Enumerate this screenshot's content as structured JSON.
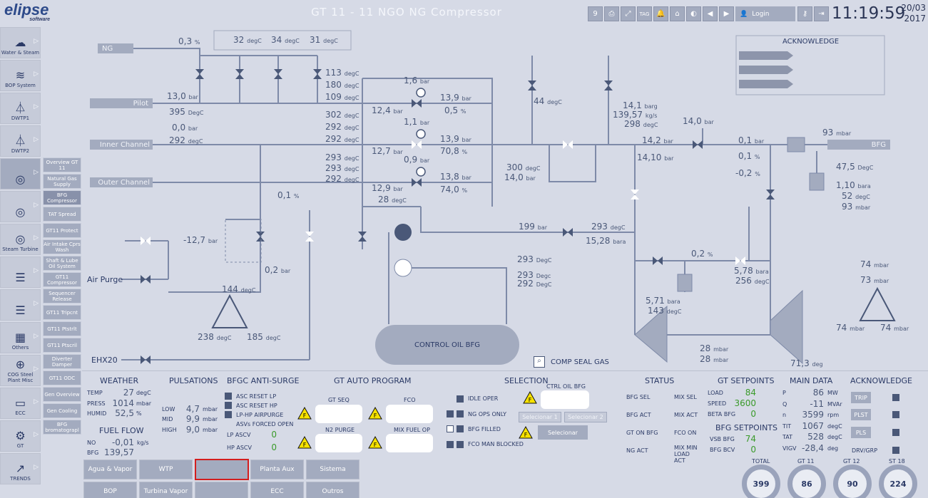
{
  "header": {
    "title": "GT 11 - 11 NGO NG Compressor",
    "buttons": [
      "9",
      "print",
      "fullscreen",
      "TAG",
      "alarm",
      "home",
      "palette",
      "prev",
      "next"
    ],
    "login_label": "Login",
    "time": "11:19:59",
    "date_line1": "20/03",
    "date_line2": "2017"
  },
  "logo": {
    "brand": "elipse",
    "sub": "software"
  },
  "sidebar": {
    "items": [
      {
        "label": "Water & Steam",
        "icon": "cloud-icon"
      },
      {
        "label": "BOP System",
        "icon": "wave-icon"
      },
      {
        "label": "DWTP1",
        "icon": "flask-icon"
      },
      {
        "label": "DWTP2",
        "icon": "flask-icon"
      },
      {
        "label": "",
        "icon": "turbine-icon"
      },
      {
        "label": "",
        "icon": "turbine-icon"
      },
      {
        "label": "Steam Turbine",
        "icon": "turbine-icon"
      },
      {
        "label": "",
        "icon": "stack-icon"
      },
      {
        "label": "",
        "icon": "stack-icon"
      },
      {
        "label": "Others",
        "icon": "grid-icon"
      },
      {
        "label": "COG Steel Plant Misc",
        "icon": "globe-icon"
      },
      {
        "label": "ECC",
        "icon": "box-icon"
      },
      {
        "label": "GT",
        "icon": "gear-icon"
      },
      {
        "label": "TRENDS",
        "icon": "trend-icon"
      }
    ],
    "subitems": [
      "Overview GT 11",
      "Natural Gas Supply",
      "BFG Compressor",
      "TAT Spread",
      "GT11 Protect",
      "Air Intake Cprs Wash",
      "Shaft & Lube Oil System",
      "GT11 Compressor",
      "Sequencer Release",
      "GT11 Tripcnt",
      "GT11 Ptstrlt",
      "GT11 Ptscril",
      "Diverter Damper",
      "GT11 ODC",
      "Gen Overview",
      "Gen Cooling",
      "BFG bromatograpl"
    ]
  },
  "diagram": {
    "tags": {
      "ng": "NG",
      "pilot": "Pilot",
      "inner": "Inner Channel",
      "outer": "Outer Channel",
      "air_purge": "Air Purge",
      "ehx": "EHX20",
      "bfg": "BFG",
      "control_oil": "CONTROL OIL BFG",
      "comp_seal": "COMP SEAL GAS",
      "acknowledge": "ACKNOWLEDGE"
    },
    "values": {
      "ng_pct": "0,3",
      "t1": "32",
      "t2": "34",
      "t3": "31",
      "pilot_bar": "13,0",
      "pilot_degc": "395",
      "inner_bar": "0,0",
      "inner_degc": "292",
      "c1": "113",
      "c2": "180",
      "c3": "109",
      "c4": "302",
      "c5": "292",
      "c6": "292",
      "c7": "293",
      "c8": "293",
      "c9": "292",
      "v1_bar": "1,6",
      "v1_out": "13,9",
      "v1_in": "12,4",
      "v1_pct": "0,5",
      "v2_bar": "1,1",
      "v2_out": "13,9",
      "v2_in": "12,7",
      "v2_pct": "70,8",
      "v3_bar": "0,9",
      "v3_out": "13,8",
      "v3_in": "12,9",
      "v3_pct": "74,0",
      "v3_degc": "28",
      "deg44": "44",
      "barg": "14,1",
      "kgs": "139,57",
      "degc298": "298",
      "bar14": "14,0",
      "bar142": "14,2",
      "bar1410": "14,10",
      "bfg_mbar": "93",
      "r1": "0,1",
      "r2": "0,1",
      "r3": "-0,2",
      "r4": "47,5",
      "r5": "1,10",
      "r6": "52",
      "r7": "93",
      "p300": "300",
      "p140": "14,0",
      "p199": "199",
      "p293": "293",
      "p1528": "15,28",
      "pct01": "0,1",
      "neg127": "-12,7",
      "p02": "0,2",
      "t144": "144",
      "t238": "238",
      "t185": "185",
      "d293a": "293",
      "d293b": "293",
      "d292": "292",
      "pct02": "0,2",
      "b578": "5,78",
      "d256": "256",
      "b571": "5,71",
      "d143": "143",
      "m28a": "28",
      "m28b": "28",
      "deg713": "71,3",
      "m74a": "74",
      "m73": "73",
      "m74b": "74",
      "m74c": "74"
    }
  },
  "weather": {
    "title": "WEATHER",
    "temp_label": "TEMP",
    "temp": "27",
    "press_label": "PRESS",
    "press": "1014",
    "humid_label": "HUMID",
    "humid": "52,5"
  },
  "fuel_flow": {
    "title": "FUEL FLOW",
    "no_label": "NO",
    "no": "-0,01",
    "bfg_label": "BFG",
    "bfg": "139,57"
  },
  "pulsations": {
    "title": "PULSATIONS",
    "low_label": "LOW",
    "low": "4,7",
    "mid_label": "MID",
    "mid": "9,9",
    "high_label": "HIGH",
    "high": "9,0"
  },
  "antisurge": {
    "title": "BFGC ANTI-SURGE",
    "items": [
      "ASC RESET LP",
      "ASC RESET HP",
      "LP-HP AIRPURGE"
    ],
    "forced": "ASVs FORCED OPEN",
    "lp_label": "LP ASCV",
    "lp": "0",
    "hp_label": "HP ASCV",
    "hp": "0"
  },
  "auto_program": {
    "title": "GT AUTO PROGRAM",
    "gt_seq": "GT SEQ",
    "fco": "FCO",
    "n2_purge": "N2 PURGE",
    "mix_fuel": "MIX FUEL OP"
  },
  "selection": {
    "title": "SELECTION",
    "items": [
      "IDLE OPER",
      "NG OPS ONLY",
      "BFG FILLED",
      "FCO MAN BLOCKED"
    ],
    "ctrl_oil": "CTRL OIL BFG",
    "sel1": "Selecionar 1",
    "sel2": "Selecionar 2",
    "sel": "Selecionar"
  },
  "status": {
    "title": "STATUS",
    "left": [
      "BFG SEL",
      "BFG ACT",
      "GT ON BFG",
      "NG ACT"
    ],
    "right": [
      "MIX SEL",
      "MIX ACT",
      "FCO ON",
      "MIX MIN LOAD ACT"
    ]
  },
  "setpoints": {
    "title": "GT SETPOINTS",
    "load_label": "LOAD",
    "load": "84",
    "speed_label": "SPEED",
    "speed": "3600",
    "beta_label": "BETA BFG",
    "beta": "0",
    "bfg_title": "BFG SETPOINTS",
    "vsb_label": "VSB BFG",
    "vsb": "74",
    "bcv_label": "BFG BCV",
    "bcv": "0"
  },
  "main_data": {
    "title": "MAIN DATA",
    "p_label": "P",
    "p": "86",
    "p_unit": "MW",
    "q_label": "Q",
    "q": "-11",
    "q_unit": "MVAr",
    "n_label": "n",
    "n": "3599",
    "n_unit": "rpm",
    "tit_label": "TIT",
    "tit": "1067",
    "tit_unit": "degC",
    "tat_label": "TAT",
    "tat": "528",
    "tat_unit": "degC",
    "vigv_label": "VIGV",
    "vigv": "-28,4",
    "vigv_unit": "deg"
  },
  "acknowledge": {
    "title": "ACKNOWLEDGE",
    "trip": "TRIP",
    "plst": "PLST",
    "pls": "PLS",
    "drv": "DRV/GRP"
  },
  "bottom_nav": {
    "row1": [
      "Agua & Vapor",
      "WTP",
      "",
      "Planta Aux",
      "Sistema"
    ],
    "row2": [
      "BOP",
      "Turbina Vapor",
      "",
      "ECC",
      "Outros"
    ]
  },
  "gauges": [
    {
      "label": "TOTAL",
      "value": "399"
    },
    {
      "label": "GT 11",
      "value": "86"
    },
    {
      "label": "GT 12",
      "value": "90"
    },
    {
      "label": "ST 18",
      "value": "224"
    }
  ],
  "colors": {
    "background": "#d6dae6",
    "pipe": "#7e8aa8",
    "valve": "#4a5878",
    "accent": "#a3abbf",
    "warning": "#f7e200",
    "alarm_box": "#d31e1e"
  }
}
